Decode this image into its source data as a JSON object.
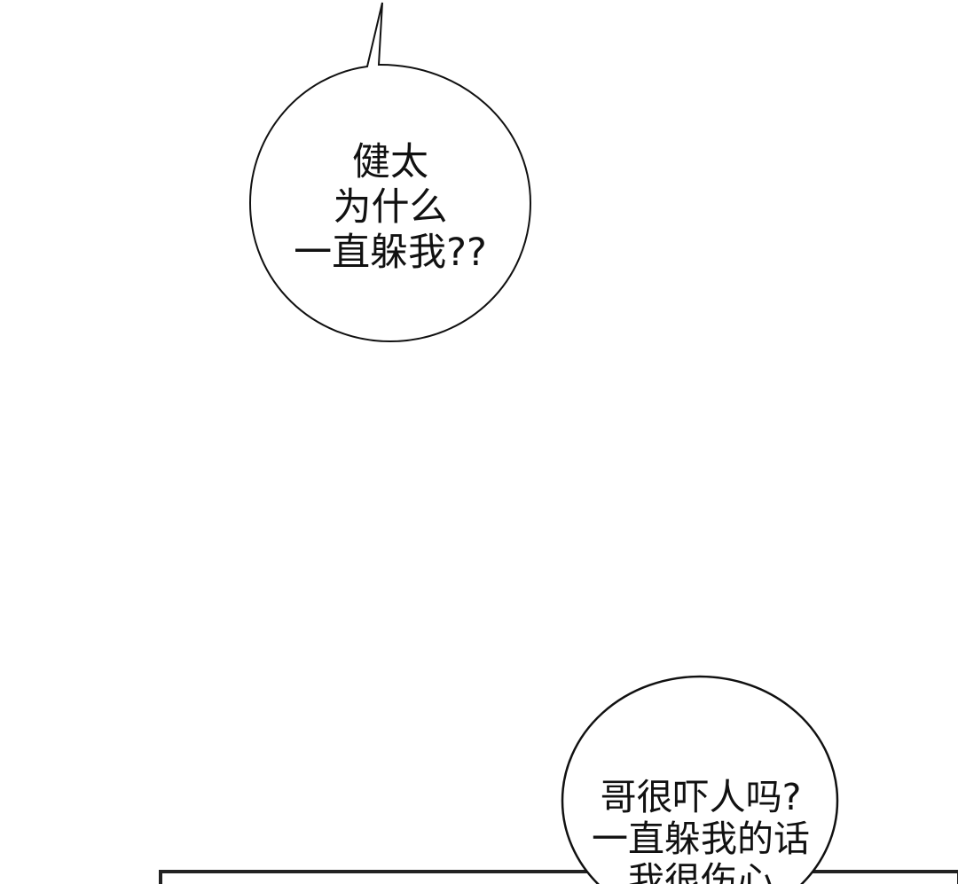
{
  "bubbles": [
    {
      "lines": [
        "健太",
        "为什么",
        "一直躲我??"
      ]
    },
    {
      "lines": [
        "哥很吓人吗?",
        "一直躲我的话",
        "我很伤心"
      ]
    }
  ]
}
